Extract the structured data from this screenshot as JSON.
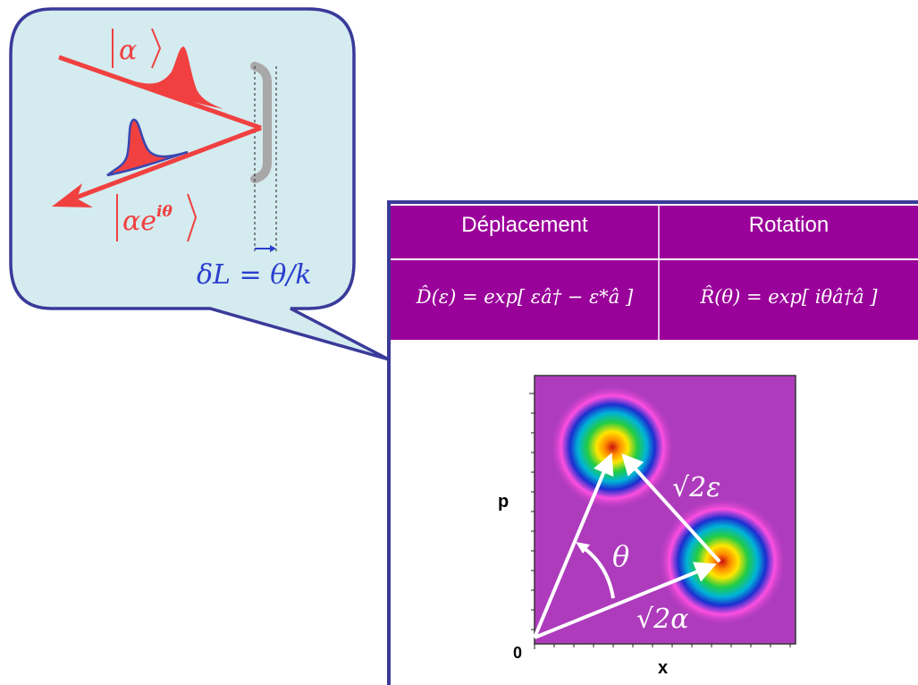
{
  "callout": {
    "ket_in_label": "α",
    "ket_out_base": "αe",
    "ket_out_exp": "iθ",
    "delta_l_label": "δL = θ/k"
  },
  "table": {
    "headers": [
      "Déplacement",
      "Rotation"
    ],
    "formulas": [
      "D̂(ε) = exp[ εâ† − ε*â ]",
      "R̂(θ) = exp[ iθâ†â ]"
    ]
  },
  "phase_plot": {
    "axis_y_label": "p",
    "axis_x_label": "x",
    "origin_label": "0",
    "theta_label": "θ",
    "sqrt2_alpha_label": "√2α",
    "sqrt2_eps_label": "√2ε"
  },
  "colors": {
    "callout_fill": "#d4ebef",
    "callout_stroke": "#3a3a9a",
    "beam": "#f04040",
    "pulse_out": "#3a46b0",
    "table_fill": "#9a009a",
    "plot_bg": "#b23cc0",
    "arrow": "#ffffff",
    "delta_text": "#2b3fcf"
  }
}
